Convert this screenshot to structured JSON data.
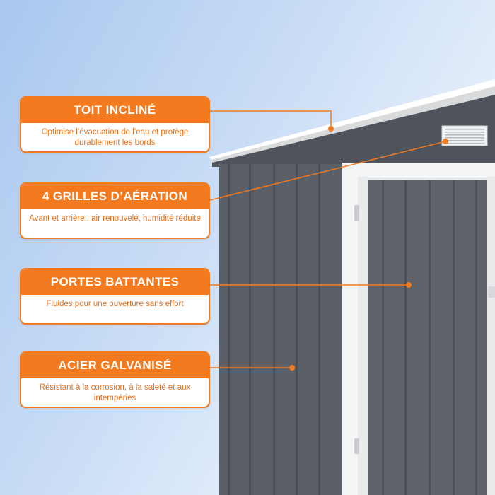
{
  "colors": {
    "accent": "#f47a1f",
    "card_text": "#e8701a",
    "shed_panel": "#5b5f68",
    "shed_trim": "#ffffff"
  },
  "features": [
    {
      "title": "TOIT INCLINÉ",
      "description": "Optimise l’évacuation de l’eau et protège durablement les bords"
    },
    {
      "title": "4 GRILLES D’AÉRATION",
      "description": "Avant et arrière : air renouvelé, humidité réduite"
    },
    {
      "title": "PORTES BATTANTES",
      "description": "Fluides pour une ouverture sans effort"
    },
    {
      "title": "ACIER GALVANISÉ",
      "description": "Résistant à la corrosion, à la saleté et aux intempéries"
    }
  ],
  "icons": [
    "vent-grille-icon",
    "door-handle-icon",
    "door-hinge-icon"
  ]
}
